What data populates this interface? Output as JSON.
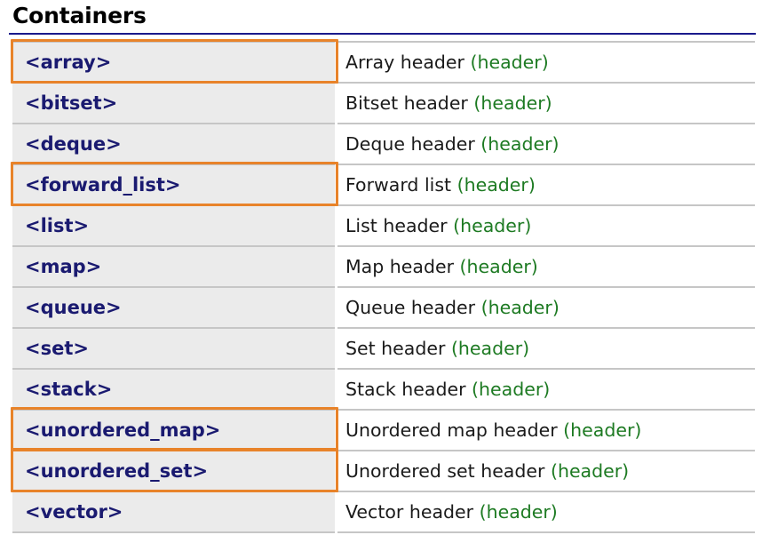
{
  "page": {
    "title": "Containers",
    "accent_rule_color": "#1a1a8c",
    "highlight_color": "#e8832a",
    "name_text_color": "#1a1a70",
    "tag_text_color": "#1d7a22",
    "name_cell_background": "#ebebeb",
    "desc_cell_background": "#ffffff"
  },
  "table": {
    "rows": [
      {
        "name": "<array>",
        "description": "Array header",
        "tag": "(header)",
        "highlighted": true
      },
      {
        "name": "<bitset>",
        "description": "Bitset header",
        "tag": "(header)",
        "highlighted": false
      },
      {
        "name": "<deque>",
        "description": "Deque header",
        "tag": "(header)",
        "highlighted": false
      },
      {
        "name": "<forward_list>",
        "description": "Forward list",
        "tag": "(header)",
        "highlighted": true
      },
      {
        "name": "<list>",
        "description": "List header",
        "tag": "(header)",
        "highlighted": false
      },
      {
        "name": "<map>",
        "description": "Map header",
        "tag": "(header)",
        "highlighted": false
      },
      {
        "name": "<queue>",
        "description": "Queue header",
        "tag": "(header)",
        "highlighted": false
      },
      {
        "name": "<set>",
        "description": "Set header",
        "tag": "(header)",
        "highlighted": false
      },
      {
        "name": "<stack>",
        "description": "Stack header",
        "tag": "(header)",
        "highlighted": false
      },
      {
        "name": "<unordered_map>",
        "description": "Unordered map header",
        "tag": "(header)",
        "highlighted": true
      },
      {
        "name": "<unordered_set>",
        "description": "Unordered set header",
        "tag": "(header)",
        "highlighted": true
      },
      {
        "name": "<vector>",
        "description": "Vector header",
        "tag": "(header)",
        "highlighted": false
      }
    ]
  }
}
